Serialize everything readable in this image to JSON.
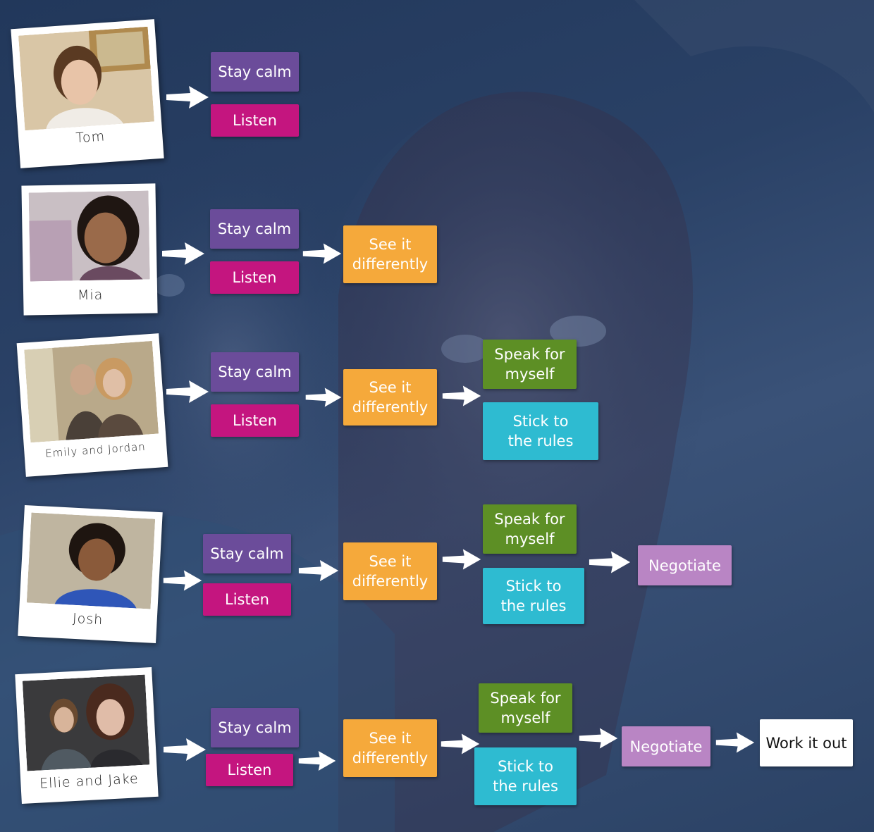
{
  "rows": [
    {
      "caption": "Tom",
      "steps": {
        "stay_calm": "Stay calm",
        "listen": "Listen"
      }
    },
    {
      "caption": "Mia",
      "steps": {
        "stay_calm": "Stay calm",
        "listen": "Listen",
        "see_it_differently": "See it\ndifferently"
      }
    },
    {
      "caption": "Emily and Jordan",
      "steps": {
        "stay_calm": "Stay calm",
        "listen": "Listen",
        "see_it_differently": "See it\ndifferently",
        "speak_for_myself": "Speak for\nmyself",
        "stick_to_rules": "Stick to\nthe rules"
      }
    },
    {
      "caption": "Josh",
      "steps": {
        "stay_calm": "Stay calm",
        "listen": "Listen",
        "see_it_differently": "See it\ndifferently",
        "speak_for_myself": "Speak for\nmyself",
        "stick_to_rules": "Stick to\nthe rules",
        "negotiate": "Negotiate"
      }
    },
    {
      "caption": "Ellie and Jake",
      "steps": {
        "stay_calm": "Stay calm",
        "listen": "Listen",
        "see_it_differently": "See it\ndifferently",
        "speak_for_myself": "Speak for\nmyself",
        "stick_to_rules": "Stick to\nthe rules",
        "negotiate": "Negotiate",
        "work_it_out": "Work it out"
      }
    }
  ],
  "colors": {
    "stay_calm": "#6b4c9a",
    "listen": "#c4157f",
    "see_it_differently": "#f5a93b",
    "speak_for_myself": "#5d8f25",
    "stick_to_rules": "#2ebbd1",
    "negotiate": "#b985c4",
    "work_it_out": "#ffffff",
    "background": "#2a4166"
  },
  "icons": [
    "right-arrow-icon"
  ]
}
